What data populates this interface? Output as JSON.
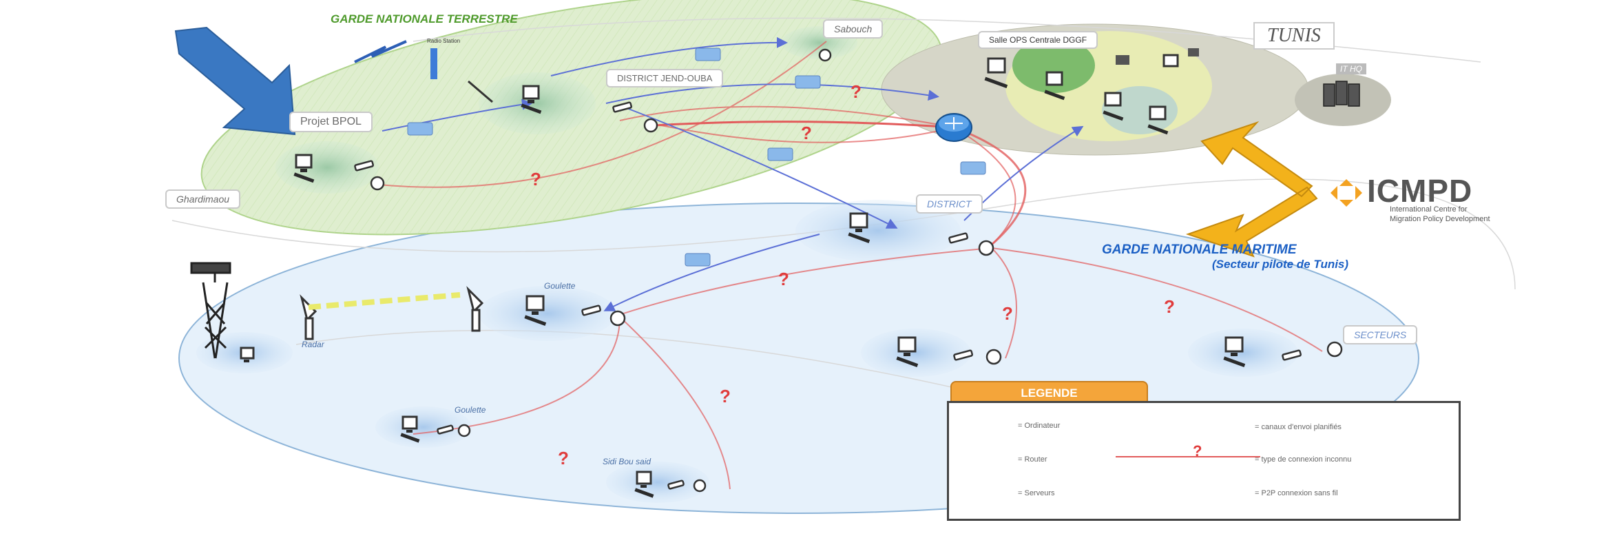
{
  "regions": {
    "terrestre_title": "GARDE NATIONALE TERRESTRE",
    "maritime_title": "GARDE NATIONALE MARITIME",
    "maritime_subtitle": "(Secteur pilote de Tunis)",
    "tunis": "TUNIS"
  },
  "labels": {
    "sabouch": "Sabouch",
    "district_jendouba": "DISTRICT JEND-OUBA",
    "projet_bpol": "Projet BPOL",
    "ghardimaou": "Ghardimaou",
    "salle_ops": "Salle OPS Centrale DGGF",
    "it_hq": "IT HQ",
    "district": "DISTRICT",
    "secteurs": "SECTEURS",
    "goulette_top": "Goulette",
    "goulette_bottom": "Goulette",
    "radar": "Radar",
    "sidi_bou_said": "Sidi Bou said",
    "relay": "Radio Station"
  },
  "icmpd": {
    "name": "ICMPD",
    "line1": "International Centre for",
    "line2": "Migration Policy Development"
  },
  "question_mark": "?",
  "legend": {
    "title": "LEGENDE",
    "ordinateur": "= Ordinateur",
    "router": "= Router",
    "serveurs": "= Serveurs",
    "canaux": "= canaux d'envoi planifiés",
    "inconnu": "= type de connexion inconnu",
    "p2p": "= P2P connexion sans fil"
  },
  "colors": {
    "green_region": "#dfeecf",
    "blue_region": "#e6f1fb",
    "tunis_region": "#d6d6c8",
    "router": "#2a7bd0",
    "unknown_link": "#e25b5b",
    "planned_link": "#5b6fd6",
    "arrow_blue": "#3a78c2",
    "arrow_orange": "#f3b21b"
  }
}
